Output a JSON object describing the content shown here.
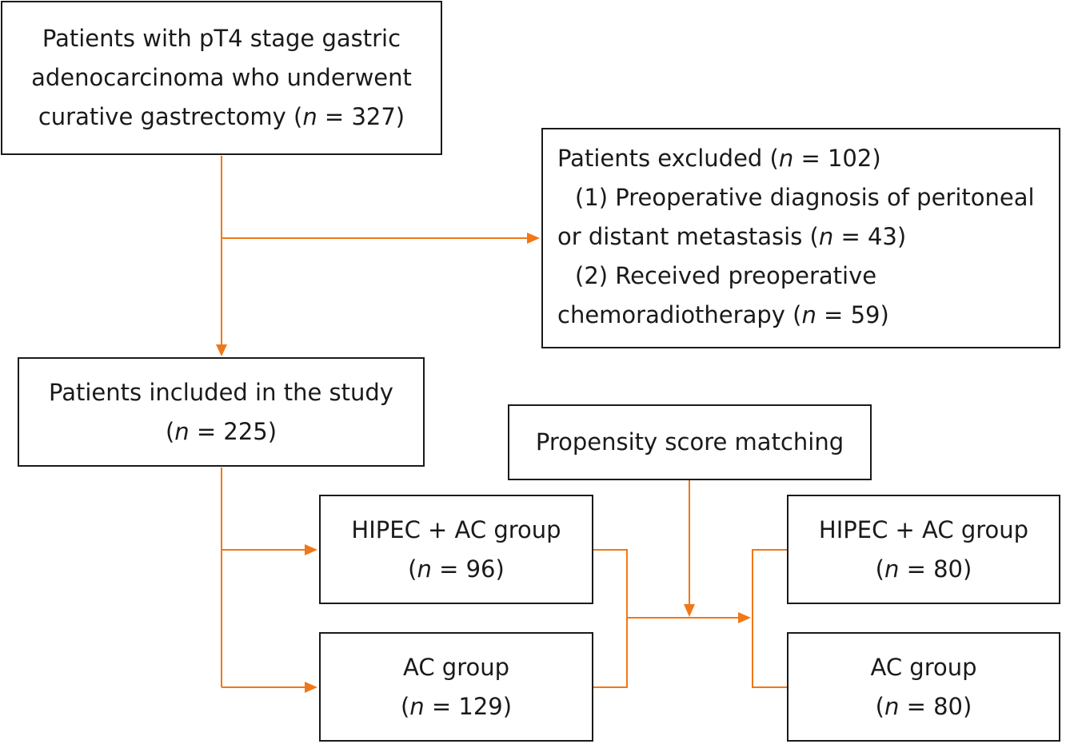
{
  "nodes": {
    "initial": {
      "line1": "Patients with pT4 stage gastric",
      "line2": "adenocarcinoma who underwent",
      "line3_pre": "curative gastrectomy (",
      "n_symbol": "n",
      "line3_post": " = 327)"
    },
    "excluded": {
      "title_pre": "Patients excluded (",
      "n_symbol": "n",
      "title_post": " = 102)",
      "item1_line1": "(1) Preoperative diagnosis of peritoneal",
      "item1_line2_pre": "or distant metastasis (",
      "item1_line2_post": " = 43)",
      "item2_line1": "(2) Received preoperative",
      "item2_line2_pre": "chemoradiotherapy (",
      "item2_line2_post": " = 59)"
    },
    "included": {
      "line1": "Patients included in the study",
      "line2_pre": "(",
      "n_symbol": "n",
      "line2_post": " = 225)"
    },
    "psm": {
      "label": "Propensity score matching"
    },
    "hipec_before": {
      "line1": "HIPEC + AC group",
      "line2_pre": "(",
      "n_symbol": "n",
      "line2_post": " = 96)"
    },
    "ac_before": {
      "line1": "AC group",
      "line2_pre": "(",
      "n_symbol": "n",
      "line2_post": " = 129)"
    },
    "hipec_after": {
      "line1": "HIPEC + AC group",
      "line2_pre": "(",
      "n_symbol": "n",
      "line2_post": " = 80)"
    },
    "ac_after": {
      "line1": "AC group",
      "line2_pre": "(",
      "n_symbol": "n",
      "line2_post": " = 80)"
    }
  },
  "colors": {
    "arrow": "#f07818",
    "border": "#1a1a1a"
  }
}
